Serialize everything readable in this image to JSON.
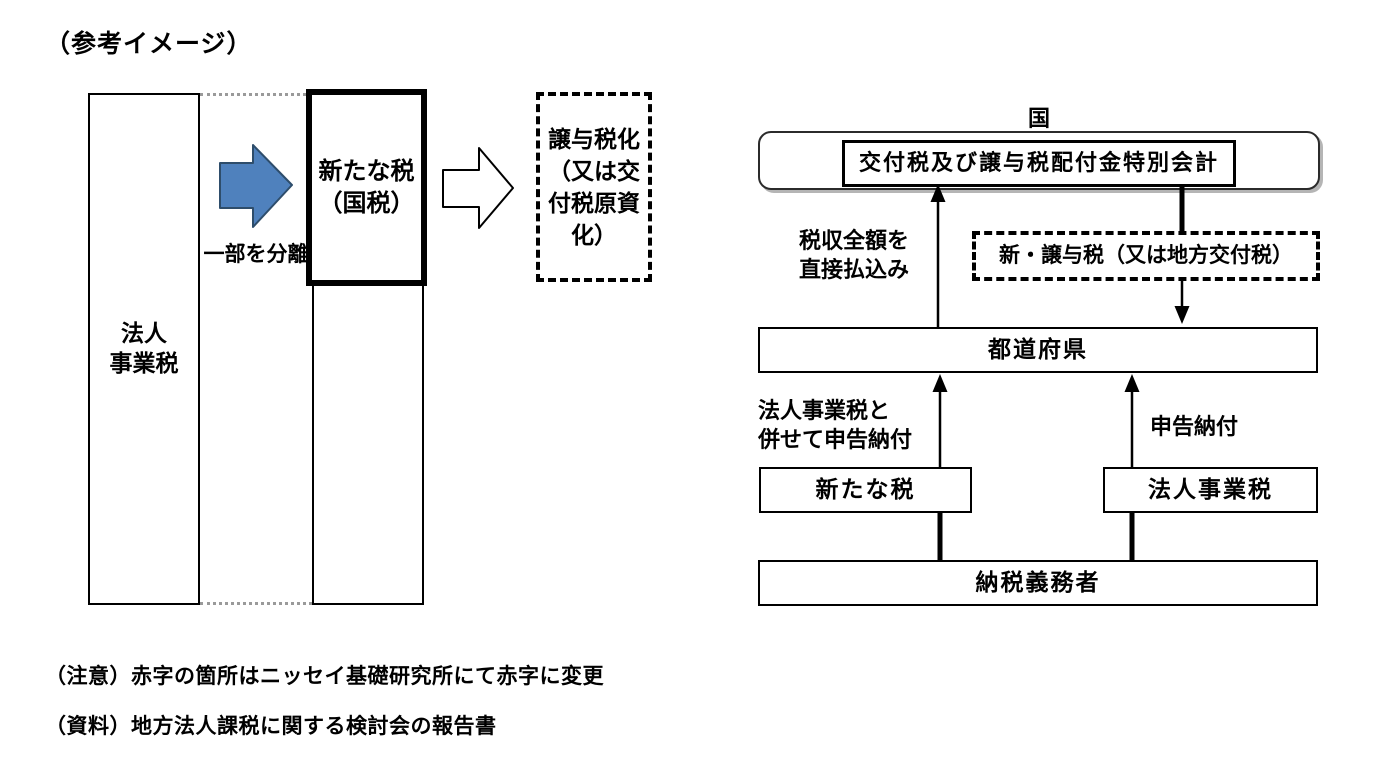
{
  "page": {
    "title": "（参考イメージ）",
    "notes": [
      "（注意）赤字の箇所はニッセイ基礎研究所にて赤字に変更",
      "（資料）地方法人課税に関する検討会の報告書"
    ]
  },
  "colors": {
    "separation_arrow_fill": "#4f81bd",
    "separation_arrow_stroke": "#2e4d6b",
    "dotted_border": "#9a9a9a"
  },
  "left_diagram": {
    "business_tax_column_label": "法人\n事業税",
    "separation_label": "一部を分離",
    "new_national_tax_box": "新たな税\n（国税）",
    "transfer_tax_dashed_box": "譲与税化\n（又は交\n付税原資\n化）"
  },
  "right_diagram": {
    "national_label": "国",
    "special_account_box": "交付税及び譲与税配付金特別会計",
    "payment_label": "税収全額を\n直接払込み",
    "new_transfer_tax_dashed_box": "新・譲与税（又は地方交付税）",
    "prefecture_box": "都道府県",
    "combined_filing_label": "法人事業税と\n併せて申告納付",
    "filing_label": "申告納付",
    "new_tax_box": "新たな税",
    "business_tax_box": "法人事業税",
    "taxpayer_box": "納税義務者"
  }
}
